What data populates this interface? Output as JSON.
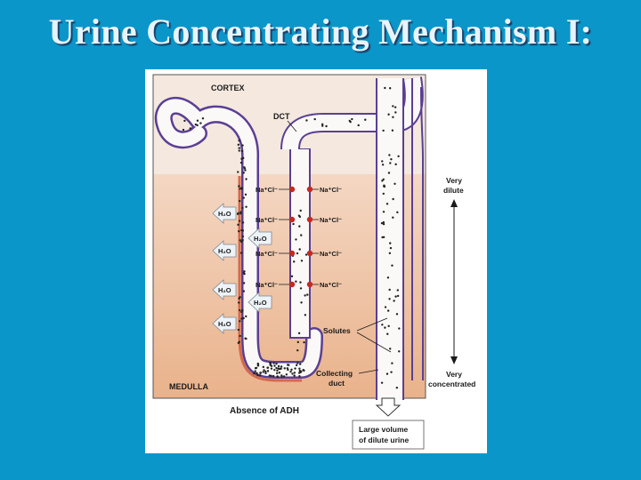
{
  "slide": {
    "title": "Urine Concentrating Mechanism I:"
  },
  "diagram": {
    "region_cortex": "CORTEX",
    "region_medulla": "MEDULLA",
    "label_dct": "DCT",
    "label_solutes": "Solutes",
    "label_collecting_duct_1": "Collecting",
    "label_collecting_duct_2": "duct",
    "label_very_dilute_1": "Very",
    "label_very_dilute_2": "dilute",
    "label_very_conc_1": "Very",
    "label_very_conc_2": "concentrated",
    "caption": "Absence of ADH",
    "outflow_1": "Large volume",
    "outflow_2": "of dilute urine",
    "nacl": "Na⁺Cl⁻",
    "h2o": "H₂O",
    "colors": {
      "cortex": "#f4e8df",
      "medulla": "#efc29f",
      "tubule_wall": "#5a3f93",
      "tubule_wall_thick": "#d46a4d",
      "pump": "#c42a22"
    }
  }
}
